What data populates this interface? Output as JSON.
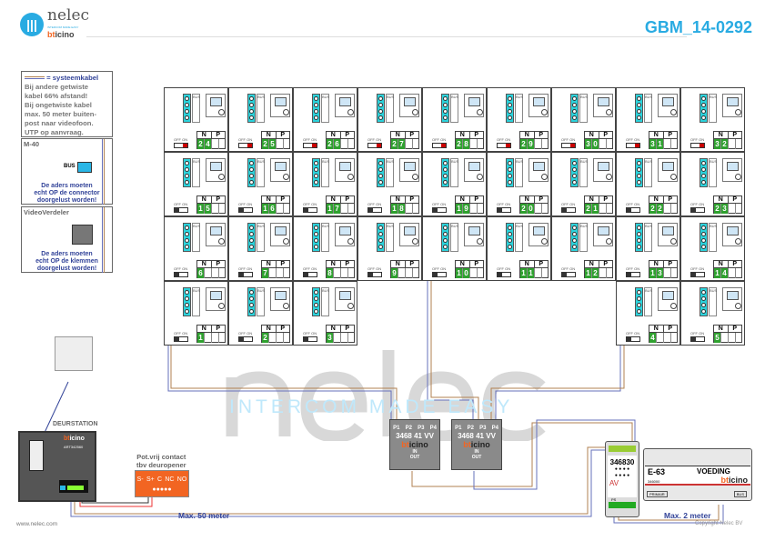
{
  "header": {
    "logo_brand": "nelec",
    "logo_tagline": "INTERCOM MADE EASY",
    "logo_partner_b": "bt",
    "logo_partner_rest": "icino",
    "title": "GBM_14-0292"
  },
  "legend": {
    "key": "= systeemkabel",
    "lines": [
      "Bij andere getwiste",
      "kabel 66% afstand!",
      "Bij ongetwiste kabel",
      "max. 50 meter buiten-",
      "post naar videofoon.",
      "UTP op aanvraag."
    ]
  },
  "m40": {
    "title": "M-40",
    "bus": "BUS",
    "note": [
      "De aders moeten",
      "echt OP de connector",
      "doorgelust worden!"
    ]
  },
  "videoverdeler": {
    "title": "VideoVerdeler",
    "note": [
      "De aders moeten",
      "echt OP de klemmen",
      "doorgelust worden!"
    ]
  },
  "cell_labels": {
    "bus": "BUS",
    "n": "N",
    "p": "P",
    "switch": "OFF ON"
  },
  "grid": [
    [
      {
        "n": "24",
        "on": true
      },
      {
        "n": "25",
        "on": true
      },
      {
        "n": "26",
        "on": true
      },
      {
        "n": "27",
        "on": true
      },
      {
        "n": "28",
        "on": true
      },
      {
        "n": "29",
        "on": true
      },
      {
        "n": "30",
        "on": true
      },
      {
        "n": "31",
        "on": true
      },
      {
        "n": "32",
        "on": true
      }
    ],
    [
      {
        "n": "15"
      },
      {
        "n": "16"
      },
      {
        "n": "17"
      },
      {
        "n": "18"
      },
      {
        "n": "19"
      },
      {
        "n": "20"
      },
      {
        "n": "21"
      },
      {
        "n": "22"
      },
      {
        "n": "23"
      }
    ],
    [
      {
        "n": "6"
      },
      {
        "n": "7"
      },
      {
        "n": "8"
      },
      {
        "n": "9"
      },
      {
        "n": "10"
      },
      {
        "n": "11"
      },
      {
        "n": "12"
      },
      {
        "n": "13"
      },
      {
        "n": "14"
      }
    ],
    [
      {
        "n": "1"
      },
      {
        "n": "2"
      },
      {
        "n": "3"
      },
      null,
      null,
      null,
      null,
      {
        "n": "4"
      },
      {
        "n": "5"
      }
    ]
  ],
  "watermark": {
    "word": "nelec",
    "tagline": "INTERCOM MADE EASY"
  },
  "door_station": {
    "label": "DEURSTATION",
    "brand_b": "bt",
    "brand_rest": "icino",
    "model": "ART342560"
  },
  "relay": {
    "title": [
      "Pot.vrij contact",
      "tbv deuropener"
    ],
    "terminals": [
      "S-",
      "S+",
      "C",
      "NC",
      "NO"
    ]
  },
  "amplifiers": [
    {
      "ports": [
        "P1",
        "P2",
        "P3",
        "P4"
      ],
      "model": "3468 41",
      "vv": "VV",
      "in": "IN",
      "out": "OUT"
    },
    {
      "ports": [
        "P1",
        "P2",
        "P3",
        "P4"
      ],
      "model": "3468 41",
      "vv": "VV",
      "in": "IN",
      "out": "OUT"
    }
  ],
  "av_module": {
    "model": "346830",
    "label": "AV",
    "ps": "PS"
  },
  "power": {
    "model": "E-63",
    "name": "VOEDING",
    "code": "346000",
    "primair": "PRIMAIR",
    "bus": "BUS"
  },
  "distances": {
    "door": "Max. 50 meter",
    "power": "Max. 2 meter"
  },
  "footer": {
    "left": "www.nelec.com",
    "right": "Copyright Nelec BV"
  }
}
